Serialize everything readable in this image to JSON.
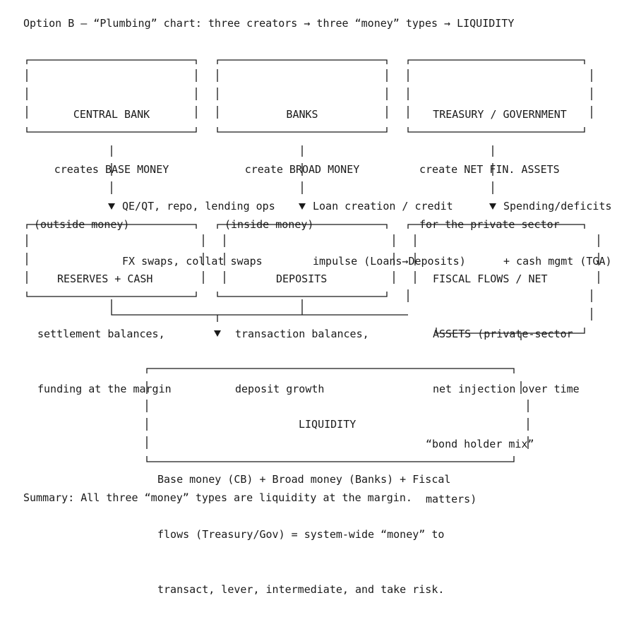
{
  "title": "Option B — “Plumbing” chart: three creators → three “money” types → LIQUIDITY",
  "creators": [
    {
      "lines": [
        "CENTRAL BANK",
        "creates BASE MONEY",
        "(outside money)"
      ]
    },
    {
      "lines": [
        "BANKS",
        "create BROAD MONEY",
        "(inside money)"
      ]
    },
    {
      "lines": [
        "TREASURY / GOVERNMENT",
        "create NET FIN. ASSETS",
        "for the private sector"
      ]
    }
  ],
  "channels": [
    {
      "lines": [
        "QE/QT, repo, lending ops",
        "FX swaps, collat swaps"
      ]
    },
    {
      "lines": [
        "Loan creation / credit",
        "impulse (Loans→Deposits)"
      ]
    },
    {
      "lines": [
        "Spending/deficits",
        "+ cash mgmt (TGA)"
      ]
    }
  ],
  "money_types": [
    {
      "lines": [
        "RESERVES + CASH",
        "settlement balances,",
        "funding at the margin"
      ]
    },
    {
      "lines": [
        "DEPOSITS",
        "transaction balances,",
        "deposit growth"
      ]
    },
    {
      "lines": [
        "FISCAL FLOWS / NET",
        "ASSETS (private-sector",
        "net injection over time",
        "“bond holder mix”",
        "matters)"
      ]
    }
  ],
  "liquidity": {
    "heading": "LIQUIDITY",
    "lines": [
      "Base money (CB) + Broad money (Banks) + Fiscal",
      "flows (Treasury/Gov) = system-wide “money” to",
      "transact, lever, intermediate, and take risk."
    ]
  },
  "summary": "Summary: All three “money” types are liquidity at the margin."
}
